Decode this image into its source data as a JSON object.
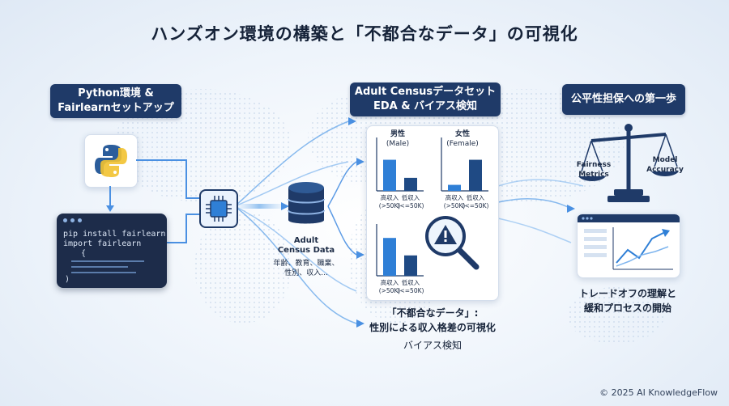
{
  "title": "ハンズオン環境の構築と「不都合なデータ」の可視化",
  "step1": {
    "line1": "Python環境 &",
    "line2": "Fairlearnセットアップ",
    "code_line1": "pip install fairlearn",
    "code_line2": "import fairlearn",
    "code_brace_open": "{",
    "code_brace_close": ")"
  },
  "dataset": {
    "name_line1": "Adult",
    "name_line2": "Census Data",
    "attrs_line1": "年齢、教育、職業、",
    "attrs_line2": "性別、収入..."
  },
  "step2": {
    "line1": "Adult Censusデータセット",
    "line2": "EDA & バイアス検知"
  },
  "chart_data": [
    {
      "type": "bar",
      "title_line1": "男性",
      "title_line2": "(Male)",
      "categories": [
        "高収入 (>50K)",
        "低収入 (<=50K)"
      ],
      "cat_lines": [
        [
          "高収入",
          "(>50K)"
        ],
        [
          "低収入",
          "(<=50K)"
        ]
      ],
      "values": [
        0.62,
        0.26
      ],
      "ylim": [
        0,
        1
      ]
    },
    {
      "type": "bar",
      "title_line1": "女性",
      "title_line2": "(Female)",
      "categories": [
        "高収入 (>50K)",
        "低収入 (<=50K)"
      ],
      "cat_lines": [
        [
          "高収入",
          "(>50K)"
        ],
        [
          "低収入",
          "(<=50K)"
        ]
      ],
      "values": [
        0.12,
        0.62
      ],
      "ylim": [
        0,
        1
      ]
    },
    {
      "type": "bar",
      "title_line1": "",
      "title_line2": "",
      "categories": [
        "高収入 (>50K)",
        "低収入 (<=50K)"
      ],
      "cat_lines": [
        [
          "高収入",
          "(>50K)"
        ],
        [
          "低収入",
          "(<=50K)"
        ]
      ],
      "values": [
        0.78,
        0.42
      ],
      "ylim": [
        0,
        1
      ]
    }
  ],
  "finding": {
    "line1": "「不都合なデータ」:",
    "line2": "性別による収入格差の可視化",
    "line3": "バイアス検知"
  },
  "step3": {
    "label": "公平性担保への第一歩",
    "scale_left_line1": "Fairness",
    "scale_left_line2": "Metrics",
    "scale_right_line1": "Model",
    "scale_right_line2": "Accuracy",
    "caption_line1": "トレードオフの理解と",
    "caption_line2": "緩和プロセスの開始"
  },
  "footer": "© 2025 AI KnowledgeFlow",
  "colors": {
    "navy": "#1f3a68",
    "bar_blue": "#2f7fd6",
    "bar_navy": "#1f4a84",
    "accent": "#4a90e2"
  }
}
